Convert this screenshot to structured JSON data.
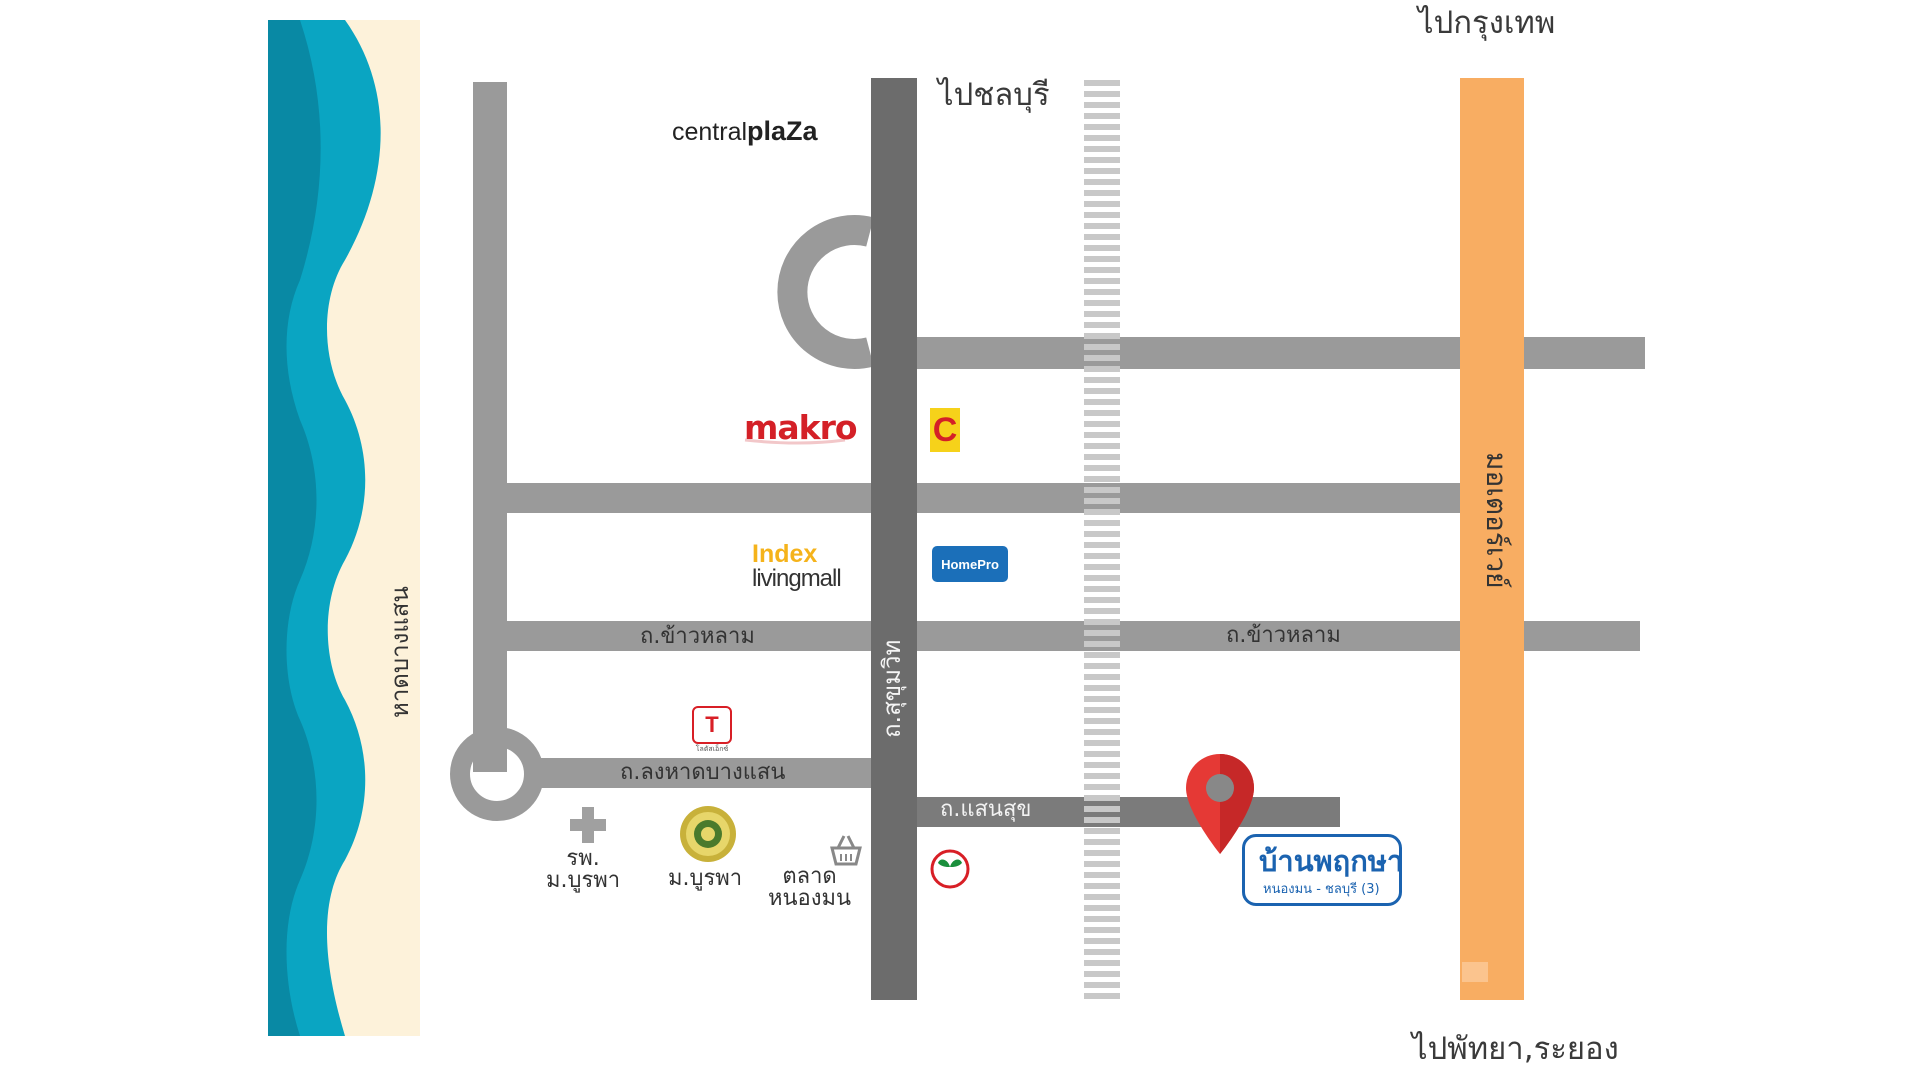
{
  "directions": {
    "bangkok": "ไปกรุงเทพ",
    "chonburi": "ไปชลบุรี",
    "pattaya": "ไปพัทยา,ระยอง"
  },
  "beach": {
    "label": "หาดบางแสน"
  },
  "roads": {
    "sukhumvit": "ถ.สุขุมวิท",
    "motorway": "มอเตอร์เวย์",
    "khao_lam_west": "ถ.ข้าวหลาม",
    "khao_lam_east": "ถ.ข้าวหลาม",
    "long_hat_bangsaen": "ถ.ลงหาดบางแสน",
    "saensuk": "ถ.แสนสุข"
  },
  "brands": {
    "central_prefix": "central",
    "central_suffix": "plaZa",
    "makro": "makro",
    "bigc": "C",
    "index_line1": "Index",
    "index_line2": "livingmall",
    "homepro": "HomePro",
    "tesco": "T",
    "tesco_sub": "โลตัสเอ็กซ์"
  },
  "pois": {
    "hospital_line1": "รพ.",
    "hospital_line2": "ม.บูรพา",
    "university": "ม.บูรพา",
    "market_line1": "ตลาด",
    "market_line2": "หนองมน"
  },
  "icons": {
    "hospital": "cross-icon",
    "university": "university-seal-icon",
    "market": "basket-icon",
    "bank": "kbank-leaf-icon",
    "pin": "location-pin-icon"
  },
  "project": {
    "name": "บ้านพฤกษา",
    "subtitle": "หนองมน - ชลบุรี (3)"
  },
  "colors": {
    "sea_dark": "#0989a4",
    "sea_light": "#0aa5c2",
    "sand": "#fdf2da",
    "road_gray": "#9a9a9a",
    "road_dark": "#6c6c6c",
    "motorway": "#f8ad62",
    "rail": "#c8c8c8",
    "pin": "#e53935",
    "project_blue": "#1b63b0"
  }
}
